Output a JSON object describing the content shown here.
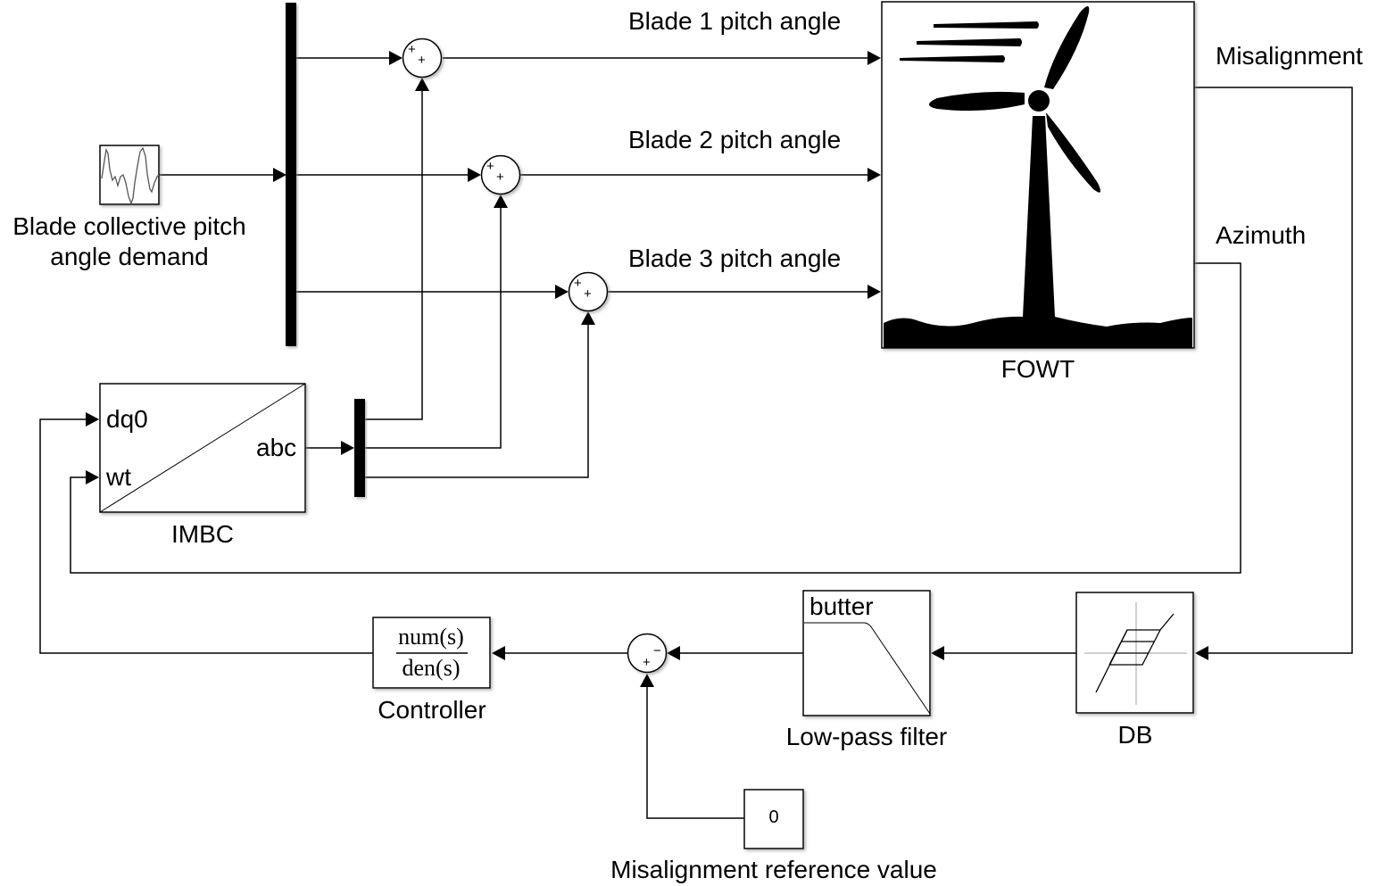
{
  "title": "FOWT IMBC misalignment control Simulink diagram",
  "colors": {
    "line": "#000000",
    "background": "#ffffff",
    "grid": "#a0a0a0"
  },
  "blocks": {
    "source": {
      "name": "Blade collective pitch angle demand",
      "line1": "Blade collective pitch",
      "line2": "angle demand",
      "icon": "signal-waveform-icon"
    },
    "fowt": {
      "name": "FOWT",
      "icon": "wind-turbine-icon",
      "inputs": [
        "Blade 1 pitch angle",
        "Blade 2 pitch angle",
        "Blade 3 pitch angle"
      ],
      "outputs": [
        "Misalignment",
        "Azimuth"
      ]
    },
    "imbc": {
      "name": "IMBC",
      "inputs": [
        "dq0",
        "wt"
      ],
      "output": "abc"
    },
    "controller": {
      "name": "Controller",
      "numerator": "num(s)",
      "denominator": "den(s)"
    },
    "lowpass": {
      "name": "Low-pass filter",
      "type": "butter"
    },
    "deadband": {
      "name": "DB",
      "icon": "deadband-icon"
    },
    "reference": {
      "name": "Misalignment reference value",
      "value": "0"
    },
    "sum_blade": {
      "signs": [
        "+",
        "+"
      ]
    },
    "sum_error": {
      "signs": [
        "+",
        "−"
      ]
    }
  }
}
